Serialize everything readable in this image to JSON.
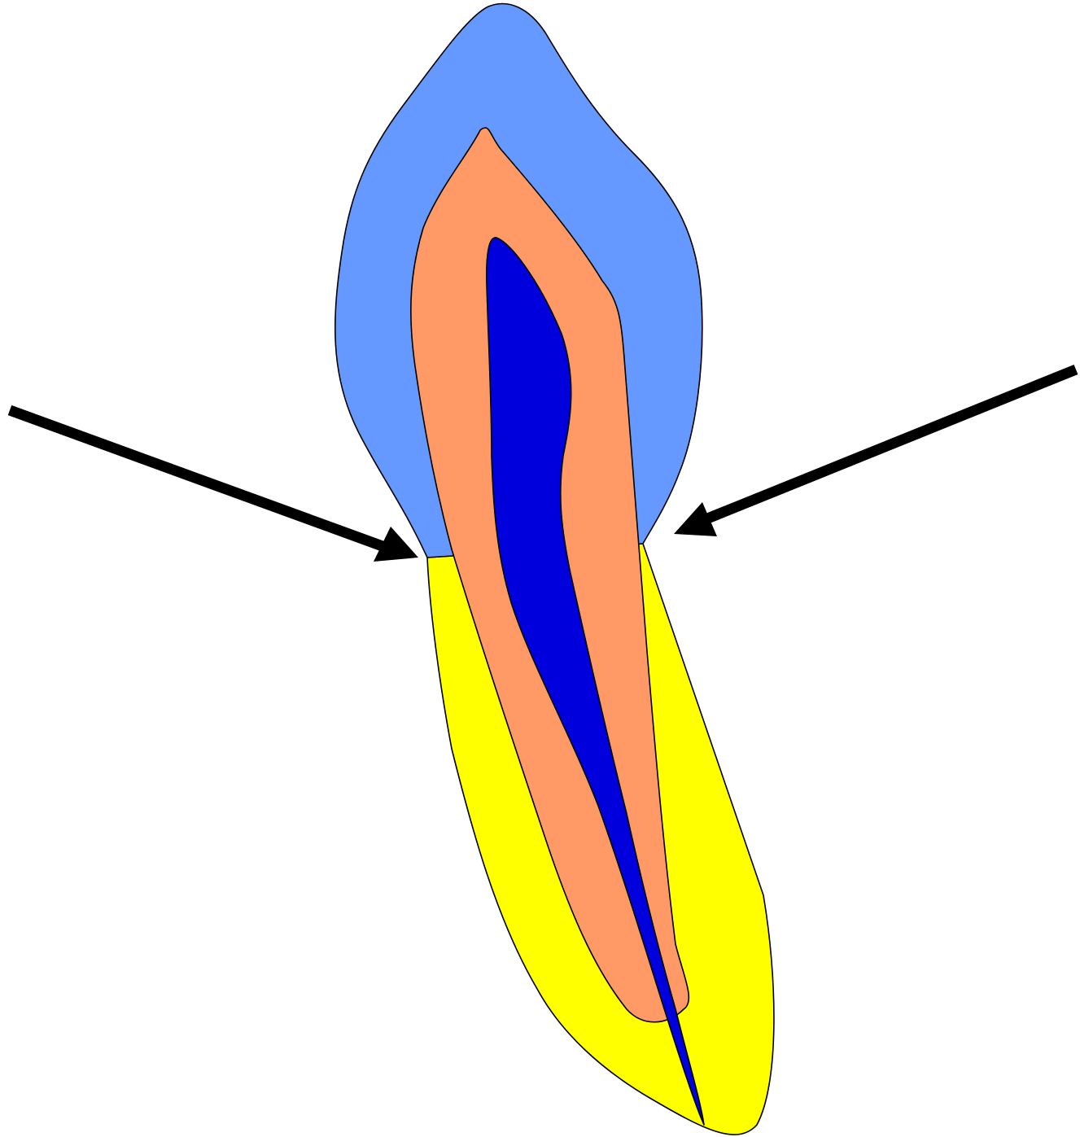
{
  "diagram": {
    "colors": {
      "background": "#ffffff",
      "enamel": "#6699ff",
      "dentin": "#ff9966",
      "pulp": "#0000dd",
      "cementum": "#ffff00",
      "outline": "#000000",
      "arrow": "#000000"
    },
    "arrows": [
      {
        "name": "left-arrow",
        "direction": "down-right"
      },
      {
        "name": "right-arrow",
        "direction": "down-left"
      }
    ]
  }
}
